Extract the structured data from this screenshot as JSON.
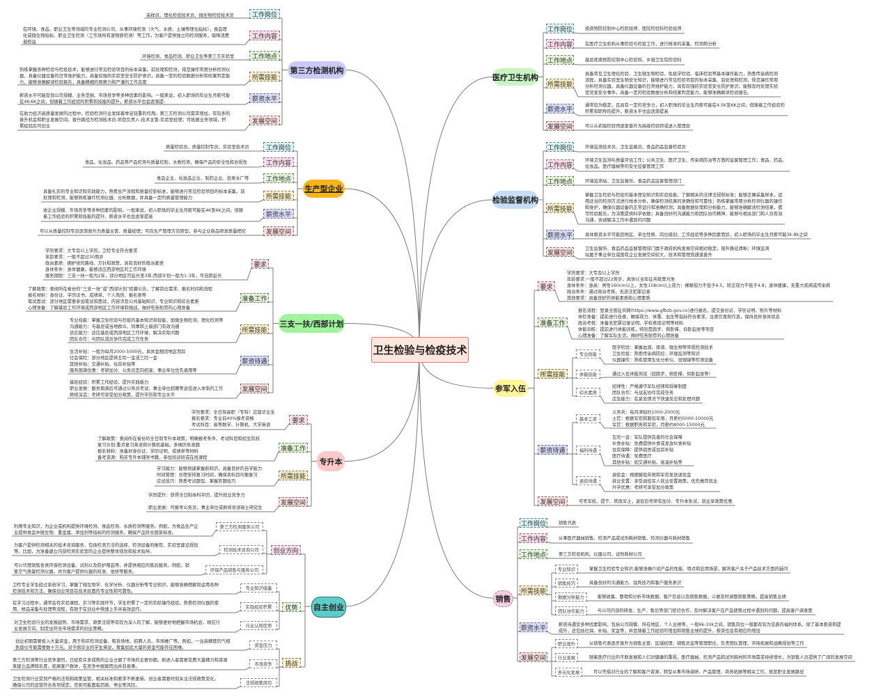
{
  "center_title": "卫生检验与检疫技术",
  "category_colors": {
    "工作岗位": "#d7f3f3",
    "工作内容": "#f9dce9",
    "工作地点": "#e3f4d8",
    "所需技能": "#faf0c4",
    "薪资水平": "#d7d9f8",
    "发展空间": "#f9dcdc",
    "要求": "#f9dce9",
    "准备工作": "#e3f4d8",
    "薪资待遇": "#d7d9f8",
    "创业方向": "#f9dce9",
    "优势": "#e3f4d8",
    "挑战": "#faf0c4"
  },
  "branches": [
    {
      "title": "第三方检测机构",
      "color": "#cbc9f6",
      "categories": [
        {
          "label": "工作岗位",
          "lines": [
            "采样员、理化检验技术员、微生物检验技术员"
          ]
        },
        {
          "label": "工作内容",
          "lines": [
            "在环境、食品、职业卫生等领域的专业检测公司，从事环境检测（大气、水质、土壤等理化指标），食品理",
            "化或微生物指标、职业卫生检测（工作场所有害物质检测）等工作，为客户提供独立的检测服务，保障消费",
            "者权益"
          ]
        },
        {
          "label": "工作地点",
          "lines": [
            "环境检测、食品检测、职业卫生等第三方实验室"
          ]
        },
        {
          "label": "所需技能",
          "lines": [
            "熟练掌握各种检验与检疫技术，能够进行常见检验项目的标本采集、前处理和检测，规范操作常用分析检测仪",
            "器，具备仪器设备的日常维护能力，具备较强的实验室安全防护意识，具备一定的检验数据分析和结果判定能",
            "力，能够准确解读检验报告，具备精细的观察力和严谨的工作态度"
          ]
        },
        {
          "label": "薪资水平",
          "lines": [
            "薪资水平可能受到公司规模、业务范围、市场竞争等多种因素的影响。一般来说，初入职场的毕业生月薪可能",
            "在4K-6K之间，但随着工作经验的积累和技能的提升，薪资水平也会逐渐提-"
          ]
        },
        {
          "label": "发展空间",
          "lines": [
            "在助力经济高质量发展的过程中，检验检测行业发挥着举足轻重的作用。第三方检测公司需求增加，有较多的",
            "晋升机会和职业发展空间。晋升路径为检测技术员-项目负责人-技术主管-实验室经理；可拓展业务领域，积",
            "累经验后可创业"
          ]
        }
      ]
    },
    {
      "title": "生产型企业",
      "color": "#f8b41b",
      "categories": [
        {
          "label": "工作岗位",
          "lines": [
            "质量检验员、质量控制专员、实验室技术员"
          ]
        },
        {
          "label": "工作内容",
          "lines": [
            "食品、化妆品、药品等产品检测与质量控制，水质检测，确保产品的安全性和合规性"
          ]
        },
        {
          "label": "工作地点",
          "lines": [
            "食品企业、化妆品企业、制药企业、自来水厂等"
          ]
        },
        {
          "label": "所需技能",
          "lines": [
            "具备扎实的专业知识和实践能力，熟悉生产流程和质量控制标准，能够进行常见检验项目的标本采集、前",
            "处理和检测，能够熟练操作检测仪器、分析数据，并具备一定的质量管理能力"
          ]
        },
        {
          "label": "薪资水平",
          "lines": [
            "收企业规模、市场竞争等多种因素的影响。一般来说，初入职场的毕业生月薪可能在4K至6K之间，但随",
            "着工作经验的积累和技能的提升，薪资水平也会逐渐提高"
          ]
        },
        {
          "label": "发展空间",
          "lines": [
            "可以从质量控制专员逐渐晋升为质量主管、质量经理；可向生产管理方向转型，参与企业新品研发质量把控"
          ]
        }
      ]
    },
    {
      "title": "三支一扶/西部计划",
      "color": "#a0f49c",
      "categories": [
        {
          "label": "要求",
          "lines": [
            "学历要求：大专及以上学历，卫检专业符合要求",
            "年龄要求：一般不超过30周岁",
            "政治素质：拥护党的路线、方针和政策，具有良好的政治素质",
            "身体条件：身体健康，能够适应西部地区的工作环境",
            "服务期限：三支一扶一般为2年，部分地区可延长至3年;西部计划一般为1-3年，可自愿延长"
          ]
        },
        {
          "label": "准备工作",
          "lines": [
            "了解政策：查阅所在省份的“三支一扶”或“西部计划”招募公告，了解岗位需求、报名时间和流程",
            "报名材料：身份证、学历证书、成绩单、个人简历、报名表等",
            "笔试面试：部分地区需要参加笔试和面试，内容涉及公共基础知识、专业知识和综合素质",
            "心理准备：了解基层工作环境或西部地区工作环境和挑战，做好吃苦耐劳的心理准备"
          ]
        },
        {
          "label": "所需技能",
          "lines": [
            "专业技能：掌握卫生检验与检疫的基本知识和技能，如微生物检测、理化检测等",
            "沟通能力：与基层或当地群众、同事和上级部门有效沟通",
            "适应能力：适应基层或西部地区工作环境，解决实际问题",
            "团队合作：与团队成员协作完成工作任务"
          ]
        },
        {
          "label": "薪资待遇",
          "lines": [
            "生活补贴：一般为每月2000-5000元，具体金额因地区而异",
            "社会保险：部分地区提供五险一金或三险一金",
            "其他补贴：交通补贴、住房补贴等",
            "服务期满优惠：考研加分、公务员定向招录、事业单位优先录用等"
          ]
        },
        {
          "label": "发展空间",
          "lines": [
            "基层经验：积累工作经验，提升实践能力",
            "职业发展：服务期满后可通过公务员考试、事业单位招聘等途径进入体制内工作",
            "继续深造：考研可享受加分政策，提升学历和专业水平"
          ]
        }
      ]
    },
    {
      "title": "专升本",
      "color": "#fbc9c9",
      "categories": [
        {
          "label": "要求",
          "lines": [
            "学历要求：全日制高职（专科）应届毕业生",
            "报名要求：专业前40%报考资格",
            "考试科目：高等数学、计算机、大学英语"
          ]
        },
        {
          "label": "准备工作",
          "lines": [
            "了解政策：查阅所在省份的全日制专升本政策，明确报考条件、考试科目和招生院校",
            "复习计划:重点复习英语和计算机基础，多做历年真题",
            "报名材料：准备好身份证、学历证明、成绩单等材料",
            "备考资源：购买专升本辅导书籍，参加培训班或在线课程"
          ]
        },
        {
          "label": "所需技能",
          "lines": [
            "学习能力：能够快速掌握新知识，具备良好的自学能力",
            "时间管理：合理安排复习时间，确保各科目均衡复习",
            "应试技巧：熟悉考试题型，掌握答题技巧"
          ]
        },
        {
          "label": "发展空间",
          "lines": [
            "学历提升：获得全日制本科学历，提升就业竞争力",
            "职业发展：可报考公务员、事业单位或继续攻读硕士研究生"
          ]
        }
      ]
    },
    {
      "title": "自主创业",
      "color": "#5ecdc9",
      "categories": [
        {
          "label": "创业方向",
          "subs": [
            {
              "label": "第三方检测服务公司",
              "lines": [
                "利用专业知识，为企业或机构提供环境检测、食品检测、水质检测等服务。例如，为食品生产企",
                "业提供食品中微生物、重金属、添加剂等指标的检测服务，确保产品符合国家标准。"
              ]
            },
            {
              "label": "检测技术咨询公司",
              "lines": [
                "为客户提供检测相关的技术咨询服务，包括检测方法的选择、检测设备的推荐、实验室建设规划",
                "等。比如，为准备建立内部检测实验室的企业提供整体规划和技术指导。"
              ]
            },
            {
              "label": "环保产品销售与服务公司",
              "lines": [
                "可以代理销售各类环保检测设备、试剂以及防护用品等，并提供相应的售后服务。例如，销",
                "售空气质量检测仪器，并为客户提供仪器的校准、维修等服务。"
              ]
            }
          ]
        },
        {
          "label": "优势",
          "subs": [
            {
              "label": "专业知识储备",
              "lines": [
                "卫检专业学生经过系统学习，掌握了微生物学、化学分析、仪器分析等专业知识，能够准确理解和运用各种",
                "检测技术和方法，确保创业项目在技术层面的专业性和可靠性。"
              ]
            },
            {
              "label": "实践经验积累",
              "lines": [
                "在学习过程中，通常会有实验课程、实习等实践环节，学生积累了一定的实际操作经验，熟悉检测仪器的使",
                "用、样品采集与处理等流程，有助于在创业中快速上手并高效运作。"
              ]
            },
            {
              "label": "行业认知优势",
              "lines": [
                "对卫生检验行业的发展趋势、市场需求、政策法规等有较为深入的了解，能够更好地把握市场机会，顺应行",
                "业发展方向，制定出符合市场需求的创业策略。"
              ]
            }
          ]
        },
        {
          "label": "挑战",
          "subs": [
            {
              "label": "资金压力",
              "lines": [
                "创业初期需要投入大量资金，用于购买检测设备、租赁场地、招聘人员、市场推广等。例如，一台高精度的气相",
                "色谱仪可能需要数十万元。对于刚毕业的学生来说，筹集如此大量的资金可能存在困难。"
              ]
            },
            {
              "label": "市场竞争",
              "lines": [
                "第三方检测等行业竞争激烈，已经有许多成熟的企业占据了市场的主要份额。新进入者需要花费大量精力和资源",
                "来建立品牌知名度，拓展客户群体，在竞争中脱颖而出并非易事。"
              ]
            },
            {
              "label": "法规政策风险",
              "lines": [
                "卫生检测行业受到严格的法规和政策监管，相关标准和要求不断更新。创业者需要时刻关注法规政策变化，",
                "确保公司的运营符合各项规定，否则可能面临罚款、停业等风险。"
              ]
            }
          ]
        }
      ]
    },
    {
      "title": "医疗卫生机构",
      "color": "#c9f5c5",
      "categories": [
        {
          "label": "工作岗位",
          "lines": [
            "疾病预防控制中心检验技师、医院检验科检验技师"
          ]
        },
        {
          "label": "工作内容",
          "lines": [
            "在医疗卫生机构从事检验与检疫工作，进行样本的采集、检测和分析"
          ]
        },
        {
          "label": "工作地点",
          "lines": [
            "基层疾病预防控制中心检验科、乡镇卫生院检验科"
          ]
        },
        {
          "label": "所需技能",
          "lines": [
            "具备常见卫生理化检验、卫生微生物检验、免疫学检验、临床检验等基本操作能力，熟悉传染病检测",
            "流程，具备实验室生物安全知识，能够进行常见检验项目的标本采集、前处理和检测，规范操作常用",
            "分析检测仪器，具备仪器设备的日常维护能力，具有较强的实验室安全防护意识，能够及时处理实验",
            "室突发安全事件，具备一定的检验数据分析和结果判定能力，能够准确解读检验报告。"
          ]
        },
        {
          "label": "薪资水平",
          "lines": [
            "通常较为稳定，且具有一定的竞争力，初入职场的毕业生月薪可能在4.5K至6K之间，但随着工作经验的",
            "积累和职称的提升，薪资水平也会逐渐提高"
          ]
        },
        {
          "label": "发展空间",
          "lines": [
            "可以从初级检验师逐渐晋升为高级检验师或进入管理层"
          ]
        }
      ]
    },
    {
      "title": "检验监督机构",
      "color": "#c6ddf7",
      "categories": [
        {
          "label": "工作岗位",
          "lines": [
            "环境监测技术员、卫生监督员、食品药品监督检验员"
          ]
        },
        {
          "label": "工作内容",
          "lines": [
            "环境卫生监测与质量评估工作；公共卫生、医疗卫生、传染病防治等方面的监督管理工作；食品、药品、",
            "化妆品、医疗器械等的安全监督管理工作"
          ]
        },
        {
          "label": "工作地点",
          "lines": [
            "环境监测站、卫生监督所、食品药品监督管理部门"
          ]
        },
        {
          "label": "所需技能",
          "lines": [
            "掌握卫生检验与检疫的基本理论知识和实验技能，了解相关的法律法规和标准；能够正确采集样本，运",
            "用适当的检测方法进行样本分析，确保检测结果的准确性和可靠性；熟练掌握常用分析检测仪器的操作",
            "和维护，确保仪器设备的正常运行和准确检测；具备数据处理和分析能力，能够准确解读检测结果，撰",
            "写检验报告，为决策提供科学依据；具备良好的沟通能力和团队协作精神，能够与相关部门和人员有效",
            "沟通，协调解决工作中遇到的问题"
          ]
        },
        {
          "label": "薪资水平",
          "lines": [
            "具体薪资水平可能因地区、单位性质、岗位级别、工作经验等多种因素而异，初入职场的毕业生月薪可能3k-8k之间"
          ]
        },
        {
          "label": "发展空间",
          "lines": [
            "卫生监督所、食品药品监督管理部门属于政府机构发展空间相对稳定，晋升路径清晰；环境监测",
            "站属于事业单位或国有企业发展空间较大，技术和管理双通道晋升"
          ]
        }
      ]
    },
    {
      "title": "参军入伍",
      "color": "#fff59b",
      "categories": [
        {
          "label": "要求",
          "lines": [
            "学历要求：大专及以上学历",
            "年龄要求:一般不超过22周岁，具体以当年征兵政策为准",
            "身体条件：身高：男性160cm以上，女性158cm以上视力：裸眼视力不低于4.5，矫正视力不低于4.8；身体健康，无重大疾病或传染病",
            "政治条件：通过政治考核，无违法犯罪记录",
            "其他要求：具备良好的体能素质和心理素质"
          ]
        },
        {
          "label": "准备工作",
          "lines": [
            "报名流程：登录全国征兵网(https://www.gfbzb.gov.cn)进行报名，提交身份证、学历证明、照片等材料",
            "体检准备：提前进行自查，确保视力、体重、血压等指标符合要求，注意饮食和作息，保持良好身体状态",
            "政治考核：准备无犯罪记录证明、学校表现证明等材料",
            "体能训练：提前进行体能训练，特别是跑步、俯卧撑、仰卧起坐等项目",
            "心理准备：了解军队生活，做好吃苦耐劳的心理准备"
          ]
        },
        {
          "label": "所需技能",
          "subs": [
            {
              "label": "专业技能",
              "lines": [
                "医学检验：掌握血液、尿液、微生物等常规检测技术",
                "卫生检疫：熟悉传染病防控、环境监测等知识",
                "仪器操作：熟练使用生化分析仪、显微镜等检测设备"
              ]
            },
            {
              "label": "体能技能",
              "lines": [
                "通过入伍体能测试（如跑步、俯卧撑、仰卧起坐等）"
              ]
            },
            {
              "label": "综合素质",
              "lines": [
                "纪律性：严格遵守军队纪律和规章制度",
                "团队合作：与战友协作完成任务",
                "应急能力：在紧急情况下快速反应和处理问题"
              ]
            }
          ]
        },
        {
          "label": "薪资待遇",
          "subs": [
            {
              "label": "基本工资",
              "lines": [
                "义务兵：每月津贴约1000-2000元",
                "士官：根据军衔和服役年限，月薪约5000-10000元",
                "军官：根据职务和军衔，月薪约8000-15000元"
              ]
            },
            {
              "label": "福利待遇",
              "lines": [
                "五险一金：军队提供完善的社会保障",
                "伙食补贴：免费提供伙食或发放伙食补贴",
                "住房保障：提供宿舍或住房补贴",
                "医疗待遇：免费医疗",
                "其他补贴：如交通补贴、高温补贴等"
              ]
            },
            {
              "label": "退役待遇",
              "lines": [
                "退役金：根据服役年限和军衔发放退役金",
                "就业安置：享受退役军人就业安置政策，优先推荐就业",
                "升学优惠：考研可享受加分政策"
              ]
            }
          ]
        },
        {
          "label": "发展空间",
          "lines": [
            "可考军校、提干、转改军士，退役后考研有加分、专升本免试，就业享政策优惠"
          ]
        }
      ]
    },
    {
      "title": "销售",
      "color": "#f8cee6",
      "categories": [
        {
          "label": "工作岗位",
          "lines": [
            "销售代表"
          ]
        },
        {
          "label": "工作内容",
          "lines": [
            "从事医疗器械销售、检测产品或试剂耗材销售、检测仪器与耗材销售"
          ]
        },
        {
          "label": "工作地点",
          "lines": [
            "第三方检验机构、仪器公司、试剂耗材公司"
          ]
        },
        {
          "label": "所需技能",
          "subs": [
            {
              "label": "专业知识",
              "lines": [
                "掌握卫生检验专业知识,能够准确介绍产品的性能、特点和应用场景，解答客户关于产品技术方面的疑问"
              ]
            },
            {
              "label": "销售技巧",
              "lines": [
                "具备良好的沟通能力、谈判技巧和客户服务意识"
              ]
            },
            {
              "label": "数据分析能力",
              "lines": [
                "能够收集、整理和分析市场数据、客户信息以及销售数据，以便及时调整销售策略，提高销售业绩"
              ]
            },
            {
              "label": "团队协作能力",
              "lines": [
                "与公司内部的研发、生产、售后等部门密切合作，及时解决客户在产品使用过程中遇到的问题，提高客户满意度"
              ]
            }
          ]
        },
        {
          "label": "薪资水平",
          "lines": [
            "薪资待遇受多种因素影响，包括公司规模、所在地区、个人业绩等，一般6k-10k之间，销售岗位一般都有较为完善的福利体系，除了基本薪资和提",
            "成外，还包括社保、补贴、奖金等，并且随着工作经验的增加和销售业绩的提升，薪资也会有相应的增加"
          ]
        },
        {
          "label": "发展空间",
          "subs": [
            {
              "label": "职业晋升",
              "lines": [
                "从销售代表逐步晋升为销售主管、区域经理、销售总监等管理职位，负责团队管理、市场拓展和战略规划等工作"
              ]
            },
            {
              "label": "行业发展",
              "lines": [
                "随着医疗行业的不断发展和人们对健康的重视，医疗器械、检测产品和试剂耗材的市场需求持续增长，为销售人员提供了广阔的发展空间"
              ]
            },
            {
              "label": "多元化发展",
              "lines": [
                "可以凭借对行业的了解和客户资源，转型从事市场调研、产品管理、商务拓展等相关工作，拓宽职业发展路径"
              ]
            }
          ]
        }
      ]
    }
  ]
}
